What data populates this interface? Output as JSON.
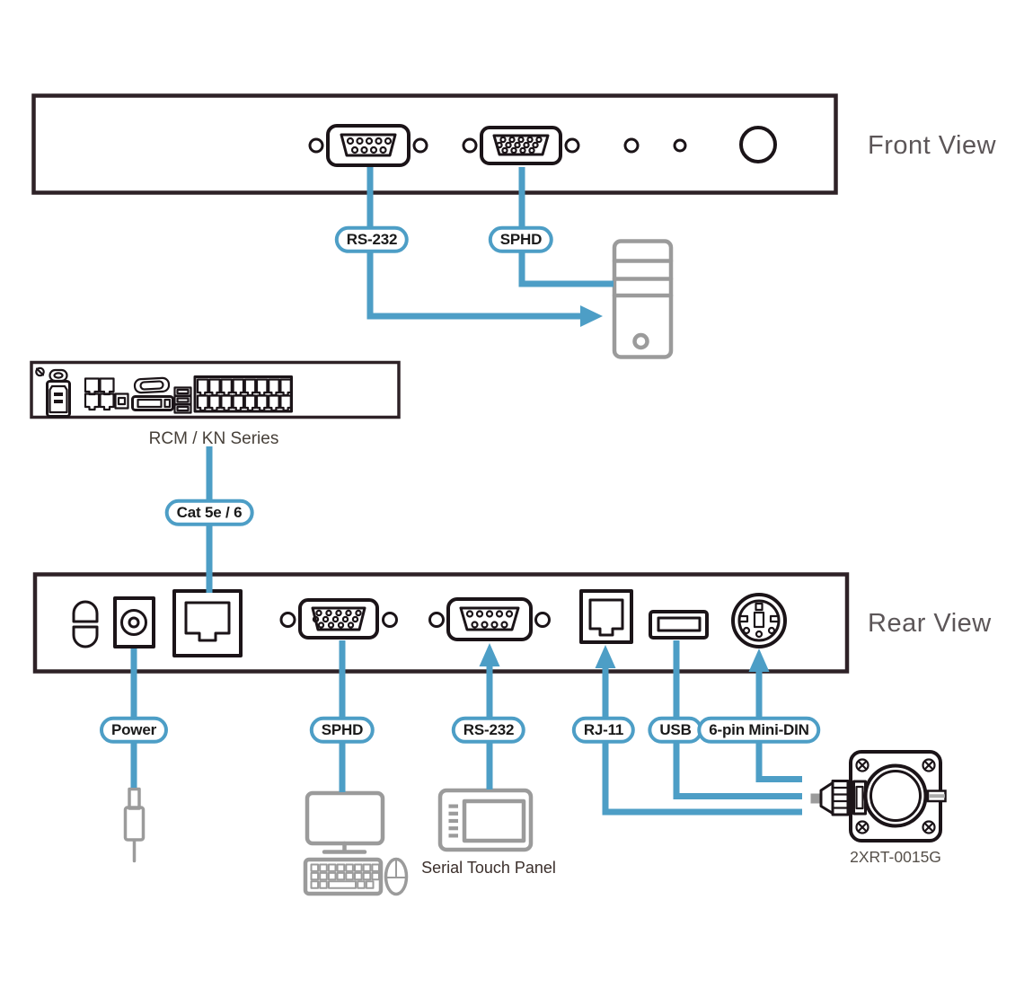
{
  "diagram": {
    "titles": {
      "front_view": "Front View",
      "rear_view": "Rear View"
    },
    "captions": {
      "kvm_switch": "RCM / KN Series",
      "serial_touch_panel": "Serial Touch Panel",
      "terminator_model": "2XRT-0015G"
    },
    "tags": {
      "front_rs232": "RS-232",
      "front_sphd": "SPHD",
      "cat5e6": "Cat 5e / 6",
      "power": "Power",
      "rear_sphd": "SPHD",
      "rear_rs232": "RS-232",
      "rear_rj11": "RJ-11",
      "rear_usb": "USB",
      "rear_minidin": "6-pin Mini-DIN"
    },
    "colors": {
      "cable_blue": "#4D9EC6",
      "line_ink": "#1B1418",
      "chassis_dark": "#2E2227",
      "device_gray": "#9B9B9B",
      "view_label_gray": "#5C5658",
      "caption_brown": "#474039",
      "caption_dark_brown": "#3B2F2B",
      "model_gray": "#56504A",
      "pill_text": "#1A1A1A"
    }
  }
}
